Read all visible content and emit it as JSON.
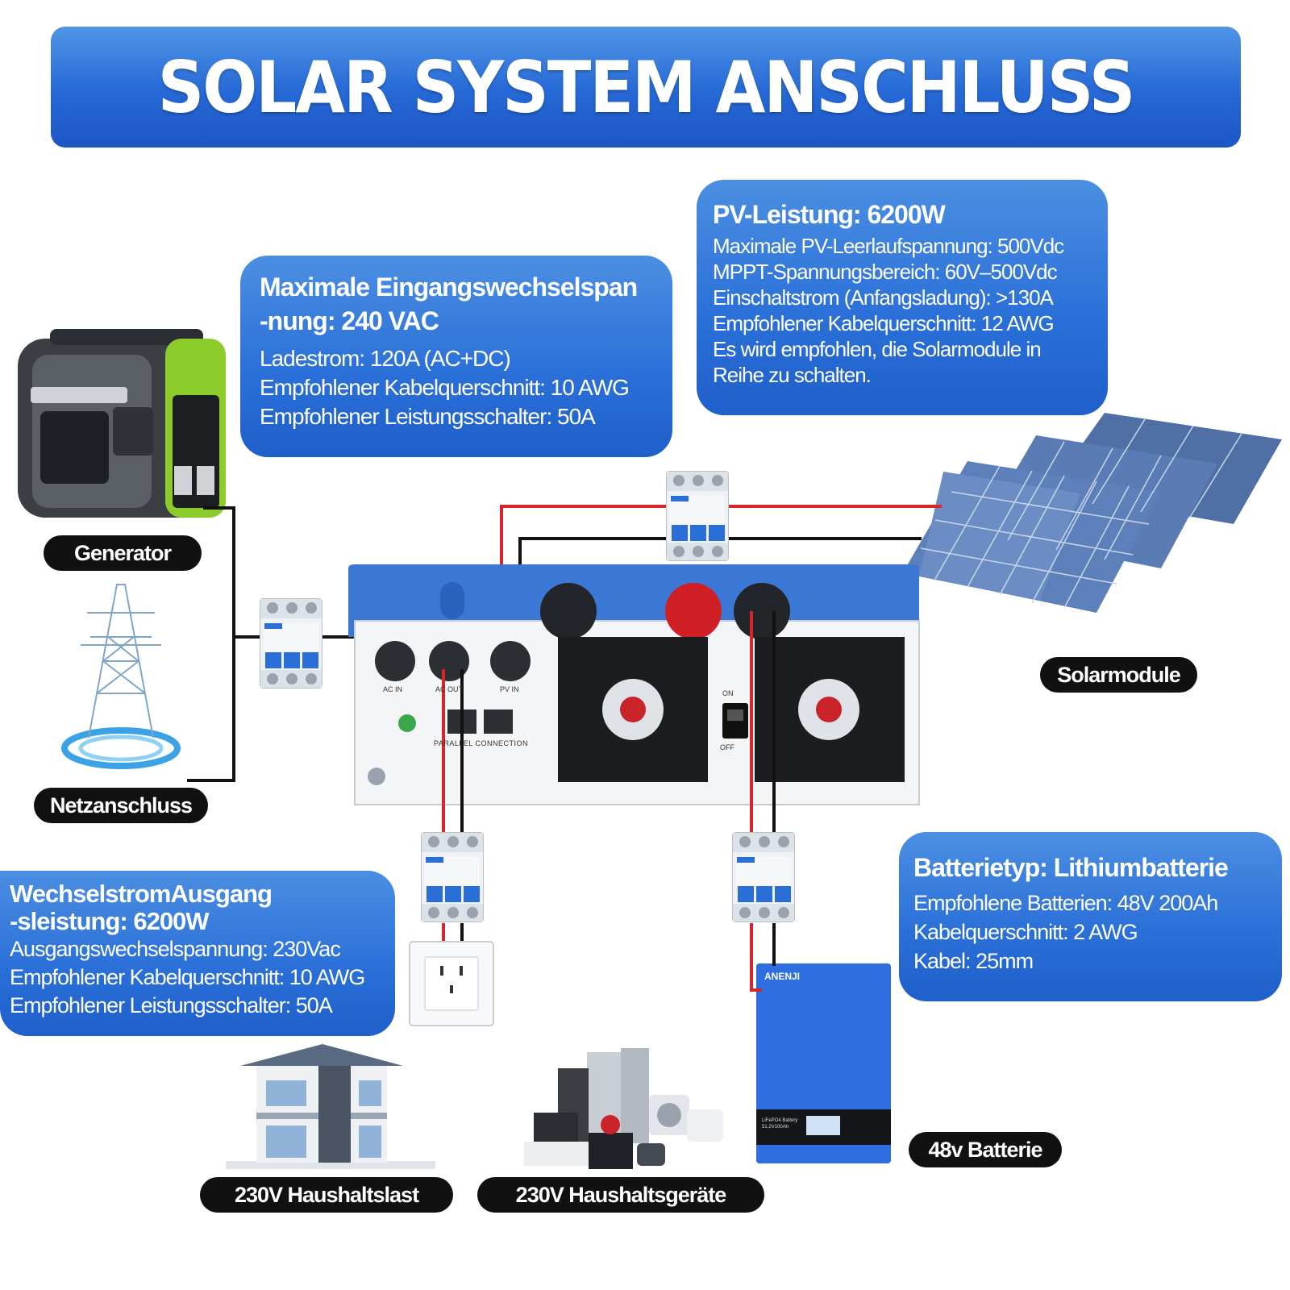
{
  "title": "SOLAR SYSTEM ANSCHLUSS",
  "ac_input_box": {
    "title_line1": "Maximale Eingangswechselspan",
    "title_line2": "-nung: 240 VAC",
    "lines": [
      "Ladestrom: 120A (AC+DC)",
      "Empfohlener Kabelquerschnitt: 10 AWG",
      "Empfohlener Leistungsschalter: 50A"
    ]
  },
  "pv_box": {
    "title": "PV-Leistung: 6200W",
    "lines": [
      "Maximale PV-Leerlaufspannung: 500Vdc",
      "MPPT-Spannungsbereich: 60V–500Vdc",
      "Einschaltstrom (Anfangsladung): >130A",
      "Empfohlener Kabelquerschnitt: 12 AWG",
      "Es wird empfohlen, die Solarmodule in",
      "Reihe zu schalten."
    ]
  },
  "ac_output_box": {
    "title_line1": "WechselstromAusgang",
    "title_line2": "-sleistung: 6200W",
    "lines": [
      "Ausgangswechselspannung: 230Vac",
      "Empfohlener Kabelquerschnitt: 10 AWG",
      "Empfohlener Leistungsschalter: 50A"
    ]
  },
  "battery_box": {
    "title": "Batterietyp: Lithiumbatterie",
    "lines": [
      "Empfohlene Batterien: 48V 200Ah",
      "Kabelquerschnitt: 2 AWG",
      "Kabel: 25mm"
    ]
  },
  "labels": {
    "generator": "Generator",
    "grid": "Netzanschluss",
    "solar": "Solarmodule",
    "battery": "48v Batterie",
    "house": "230V Haushaltslast",
    "appliances": "230V Haushaltsgeräte"
  },
  "inverter": {
    "port_ac_in": "AC IN",
    "port_ac_out": "AC OUT",
    "port_pv_in": "PV IN",
    "parallel": "PARALLEL CONNECTION",
    "switch_on": "ON",
    "switch_off": "OFF"
  },
  "battery_unit": {
    "brand": "ANENJI",
    "model_line1": "LiFePO4 Battery",
    "model_line2": "51.2V100Ah"
  },
  "colors": {
    "banner": "#2a6fd8",
    "info_box": "#2a6fd8",
    "wire_positive": "#d6262b",
    "wire_negative": "#111111",
    "pill": "#111111"
  }
}
